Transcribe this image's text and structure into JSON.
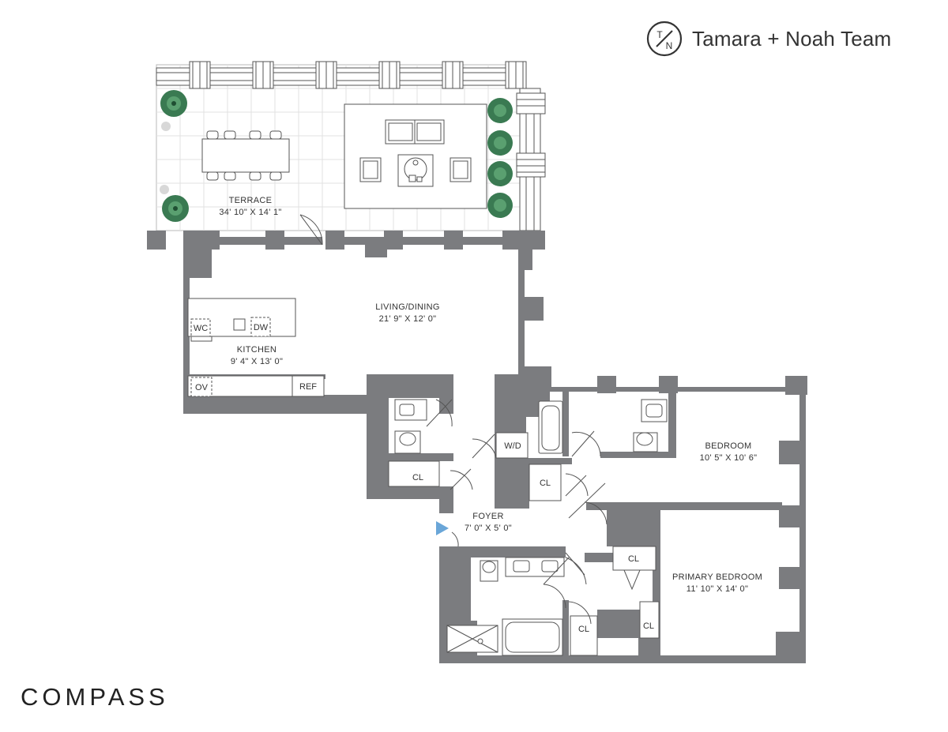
{
  "branding": {
    "team_monogram_top": "T",
    "team_monogram_bottom": "N",
    "team_name": "Tamara + Noah Team",
    "company": "COMPASS"
  },
  "colors": {
    "wall": "#7b7c7f",
    "plant": "#3a7a52",
    "entry_marker": "#6aa6d8",
    "text": "#333333"
  },
  "rooms": {
    "terrace": {
      "name": "TERRACE",
      "dims": "34' 10\" X 14' 1\""
    },
    "living_dining": {
      "name": "LIVING/DINING",
      "dims": "21' 9\" X 12' 0\""
    },
    "kitchen": {
      "name": "KITCHEN",
      "dims": "9' 4\" X 13' 0\""
    },
    "bedroom": {
      "name": "BEDROOM",
      "dims": "10' 5\" X 10' 6\""
    },
    "primary_bedroom": {
      "name": "PRIMARY BEDROOM",
      "dims": "11' 10\" X 14' 0\""
    },
    "foyer": {
      "name": "FOYER",
      "dims": "7' 0\" X 5' 0\""
    }
  },
  "fixtures": {
    "wc": "WC",
    "dw": "DW",
    "ov": "OV",
    "ref": "REF",
    "wd": "W/D",
    "closet": "CL"
  },
  "icons": [
    "team-monogram-icon",
    "entry-arrow-icon",
    "plant-icon",
    "sink-icon",
    "toilet-icon",
    "bathtub-icon",
    "shower-icon"
  ]
}
